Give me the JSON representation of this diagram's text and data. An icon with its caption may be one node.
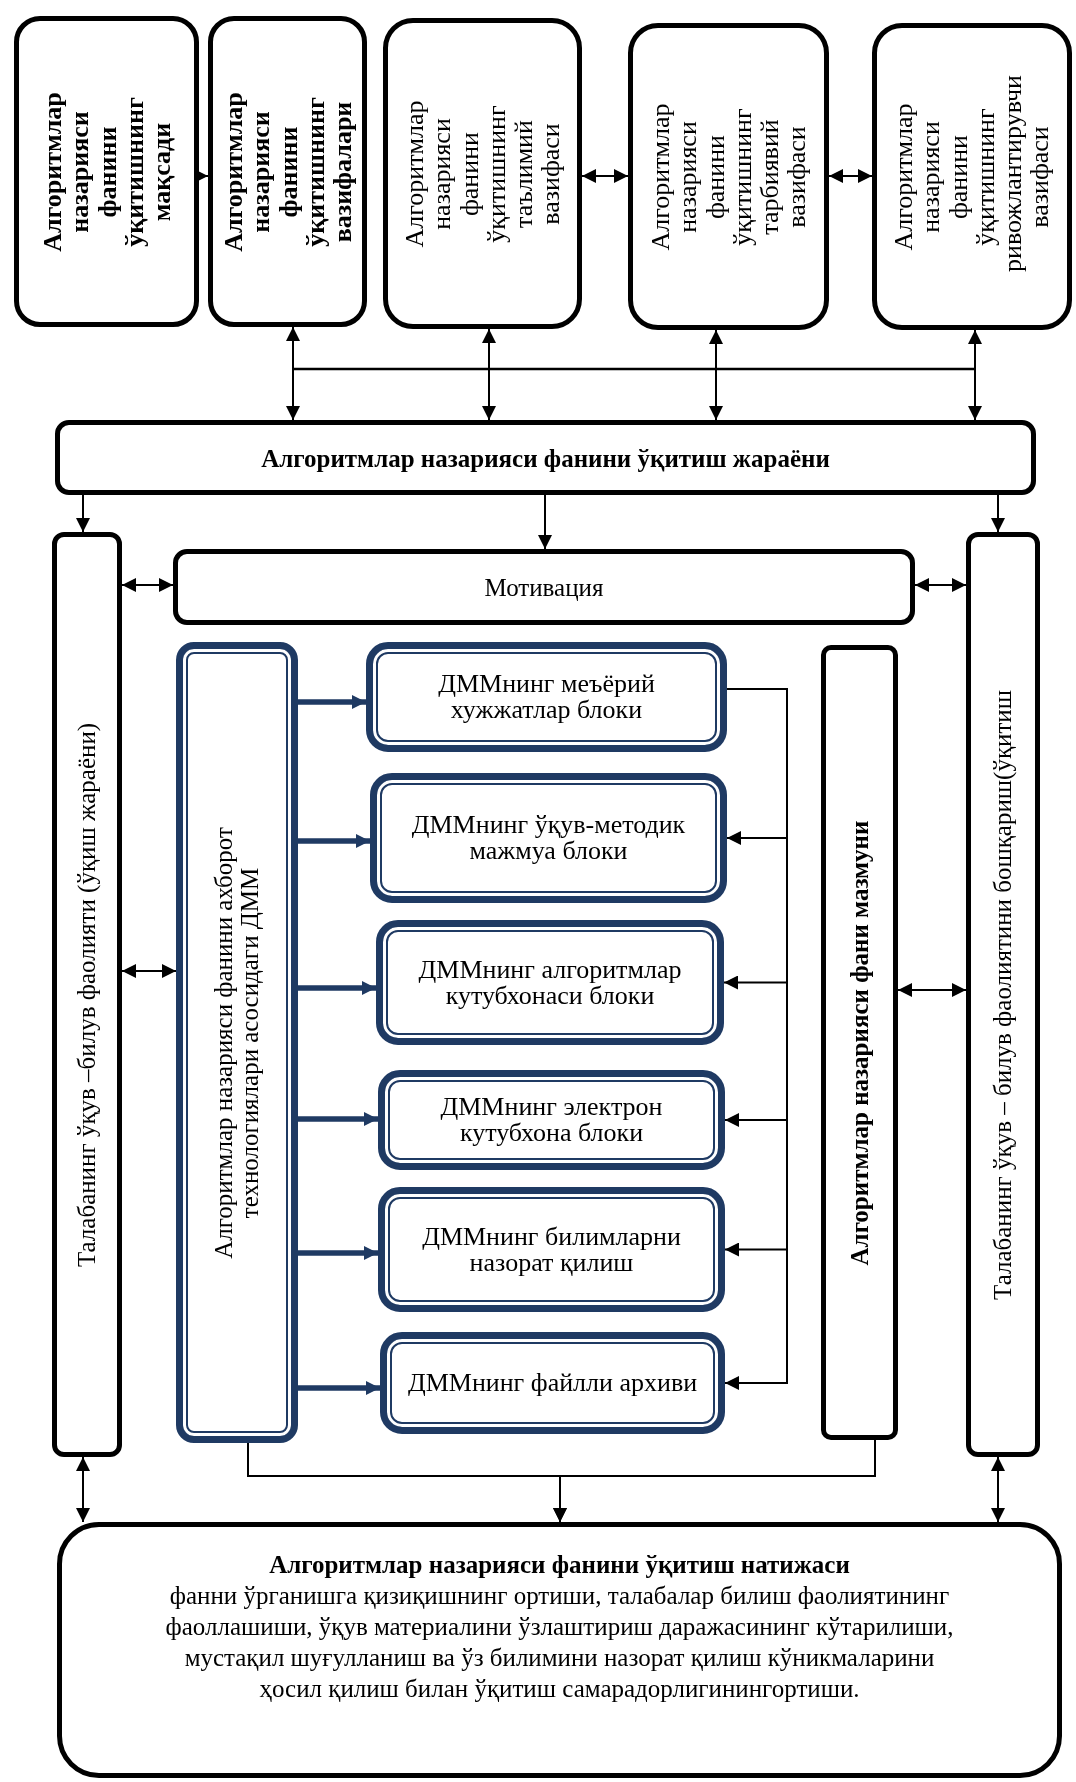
{
  "diagram": {
    "nodes": [
      {
        "text": [
          "Алгоритмлар назарияси фанини ўқитишнинг мақсади"
        ]
      },
      {
        "text": [
          "Алгоритмлар назарияси фанини ўқитишнинг вазифалари"
        ]
      },
      {
        "text": [
          "Алгоритмлар назарияси фанини ўқитишнинг таълимий вазифаси"
        ]
      },
      {
        "text": [
          "Алгоритмлар назарияси фанини ўқитишнинг тарбиявий вазифаси"
        ]
      },
      {
        "text": [
          "Алгоритмлар назарияси фанини ўқитишнинг ривожлантирувчи вазифаси"
        ]
      },
      {
        "text": [
          "Алгоритмлар назарияси фанини ўқитиш жараёни"
        ]
      },
      {
        "text": [
          "Талабанинг ўқув –билув фаолияти (ўқиш жараёни)"
        ]
      },
      {
        "text": [
          "Мотивация"
        ]
      },
      {
        "text": [
          "Талабанинг ўқув – билув фаолиятини бошқариш(ўқитиш"
        ]
      },
      {
        "text": [
          "Алгоритмлар назарияси фанини ахборот технологиялари асосидаги ДММ"
        ]
      },
      {
        "text": [
          "ДММнинг меъёрий хужжатлар блоки"
        ]
      },
      {
        "text": [
          "ДММнинг ўқув-методик мажмуа блоки"
        ]
      },
      {
        "text": [
          "ДММнинг алгоритмлар кутубхонаси блоки"
        ]
      },
      {
        "text": [
          "ДММнинг электрон кутубхона блоки"
        ]
      },
      {
        "text": [
          "ДММнинг билимларни назорат қилиш"
        ]
      },
      {
        "text": [
          "ДММнинг файлли архиви"
        ]
      },
      {
        "text": [
          "Алгоритмлар назарияси фани мазмуни"
        ]
      },
      {
        "text": [
          "Алгоритмлар назарияси фанини ўқитиш натижаси",
          "фанни ўрганишга қизиқишнинг ортиши, талабалар билиш фаолиятининг фаоллашиши, ўқув материалини ўзлаштириш даражасининг кўтарилиши, мустақил шуғулланиш ва ўз билимини назорат қилиш кўникмаларини ҳосил қилиш билан ўқитиш самарадорлигинингортиши."
        ]
      }
    ],
    "edges": [
      {
        "from": 0,
        "to": 1,
        "arrow": "to"
      },
      {
        "from": 2,
        "to": 3,
        "arrow": "both"
      },
      {
        "from": 3,
        "to": 4,
        "arrow": "both"
      },
      {
        "from": 1,
        "to": 5,
        "arrow": "both"
      },
      {
        "from": 2,
        "to": 5,
        "arrow": "both"
      },
      {
        "from": 3,
        "to": 5,
        "arrow": "both"
      },
      {
        "from": 4,
        "to": 5,
        "arrow": "both"
      },
      {
        "from": 5,
        "to": 6,
        "arrow": "to"
      },
      {
        "from": 5,
        "to": 7,
        "arrow": "to"
      },
      {
        "from": 5,
        "to": 8,
        "arrow": "to"
      },
      {
        "from": 6,
        "to": 7,
        "arrow": "both"
      },
      {
        "from": 7,
        "to": 8,
        "arrow": "both"
      },
      {
        "from": 6,
        "to": 9,
        "arrow": "both"
      },
      {
        "from": 16,
        "to": 8,
        "arrow": "both"
      },
      {
        "from": 9,
        "to": 10,
        "arrow": "to",
        "color": "#1f3a63",
        "style": "thick"
      },
      {
        "from": 9,
        "to": 11,
        "arrow": "to",
        "color": "#1f3a63",
        "style": "thick"
      },
      {
        "from": 9,
        "to": 12,
        "arrow": "to",
        "color": "#1f3a63",
        "style": "thick"
      },
      {
        "from": 9,
        "to": 13,
        "arrow": "to",
        "color": "#1f3a63",
        "style": "thick"
      },
      {
        "from": 9,
        "to": 14,
        "arrow": "to",
        "color": "#1f3a63",
        "style": "thick"
      },
      {
        "from": 9,
        "to": 15,
        "arrow": "to",
        "color": "#1f3a63",
        "style": "thick"
      },
      {
        "from": 10,
        "to": 11,
        "arrow": "to"
      },
      {
        "from": 10,
        "to": 12,
        "arrow": "to"
      },
      {
        "from": 10,
        "to": 13,
        "arrow": "to"
      },
      {
        "from": 10,
        "to": 14,
        "arrow": "to"
      },
      {
        "from": 10,
        "to": 15,
        "arrow": "to"
      },
      {
        "from": 9,
        "to": 17,
        "arrow": "to"
      },
      {
        "from": 16,
        "to": 17,
        "arrow": "to"
      },
      {
        "from": 6,
        "to": 17,
        "arrow": "both"
      },
      {
        "from": 8,
        "to": 17,
        "arrow": "both"
      }
    ]
  }
}
